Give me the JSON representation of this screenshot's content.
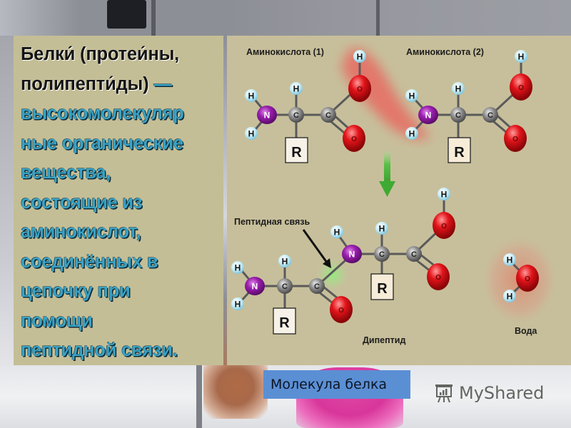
{
  "slide": {
    "text_panel": {
      "lines": [
        {
          "text": "Белки́ (протеи́ны,",
          "style": "dark"
        },
        {
          "text": "полипепти́ды) —",
          "style": "mixed",
          "dark_part": "полипепти́ды)",
          "blue_part": " —"
        },
        {
          "text": "высокомолекуляр",
          "style": "blue"
        },
        {
          "text": "ные органические",
          "style": "blue"
        },
        {
          "text": "вещества,",
          "style": "blue"
        },
        {
          "text": "состоящие из",
          "style": "blue"
        },
        {
          "text": "аминокислот,",
          "style": "blue"
        },
        {
          "text": "соединённых в",
          "style": "blue"
        },
        {
          "text": "цепочку при",
          "style": "blue"
        },
        {
          "text": "помощи",
          "style": "blue"
        },
        {
          "text": "пептидной связи.",
          "style": "blue"
        }
      ],
      "colors": {
        "background": "#c4be96",
        "dark_text": "#141414",
        "blue_text": "#3aa2c4"
      }
    },
    "diagram": {
      "background": "#c7bf9b",
      "labels": {
        "amino_acid_1": "Аминокислота (1)",
        "amino_acid_2": "Аминокислота (2)",
        "peptide_bond": "Пептидная связь",
        "dipeptide": "Дипептид",
        "water": "Вода"
      },
      "atoms": {
        "hydrogen": "H",
        "nitrogen": "N",
        "carbon": "C",
        "oxygen": "O",
        "radical": "R"
      },
      "atom_colors": {
        "hydrogen": "#bfe6f2",
        "nitrogen": "#8e1a9e",
        "carbon": "#8a8a8a",
        "oxygen": "#d8141a",
        "radical_box": "#f5ecdc",
        "arrow": "#4db33d",
        "highlight_red": "#ec5a5a",
        "highlight_green": "#8fe07a"
      }
    },
    "caption": {
      "text": "Молекула белка",
      "background": "#5b8fd4"
    },
    "watermark": {
      "text": "MyShared"
    }
  }
}
